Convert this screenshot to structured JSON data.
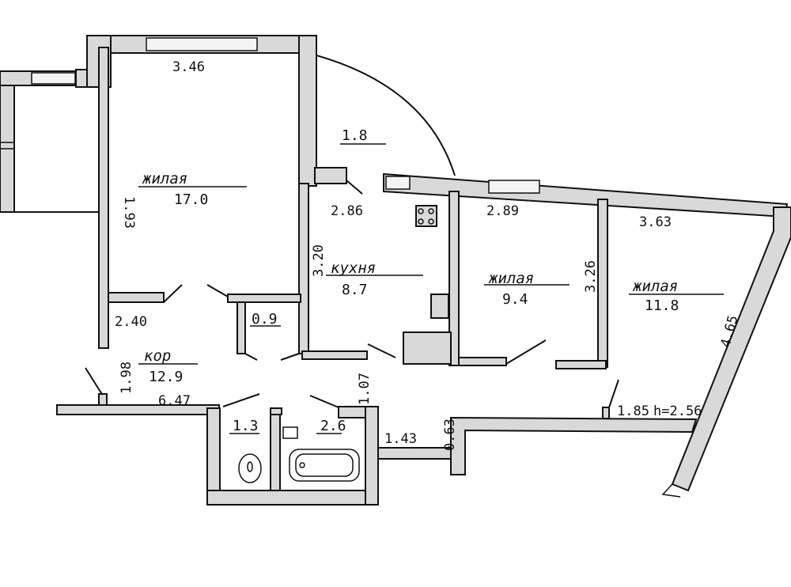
{
  "rooms": {
    "living1": {
      "name": "жилая",
      "area": "17.0"
    },
    "kitchen": {
      "name": "кухня",
      "area": "8.7"
    },
    "living2": {
      "name": "жилая",
      "area": "9.4"
    },
    "living3": {
      "name": "жилая",
      "area": "11.8"
    },
    "corridor": {
      "name": "кор",
      "area": "12.9"
    },
    "closet": {
      "area": "0.9"
    },
    "wc": {
      "area": "1.3"
    },
    "bath": {
      "area": "2.6"
    },
    "balcony": {
      "area": "1.8"
    }
  },
  "dimensions": {
    "d346": "3.46",
    "d193": "1.93",
    "d286": "2.86",
    "d289": "2.89",
    "d363": "3.63",
    "d320": "3.20",
    "d326": "3.26",
    "d465": "4.65",
    "d240": "2.40",
    "d198": "1.98",
    "d647": "6.47",
    "d107": "1.07",
    "d143": "1.43",
    "d063": "0.63",
    "d185": "1.85",
    "ceiling": "h=2.56"
  }
}
